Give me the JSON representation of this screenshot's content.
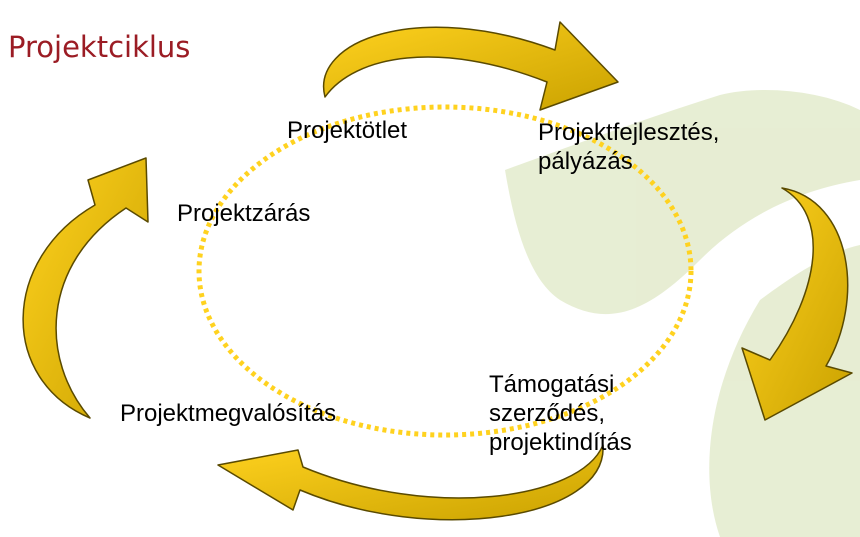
{
  "title": "Projektciklus",
  "stages": {
    "idea": "Projektötlet",
    "development": [
      "Projektfejlesztés,",
      "pályázás"
    ],
    "closing": "Projektzárás",
    "implementation": "Projektmegvalósítás",
    "contract": [
      "Támogatási",
      "szerződés,",
      "projektindítás"
    ]
  },
  "colors": {
    "title": "#9b1c24",
    "arrow_fill": "#dab300",
    "arrow_stroke": "#5a4a00",
    "cycle_dots": "#ffd21f",
    "background_shape": "#dbe6c0"
  }
}
